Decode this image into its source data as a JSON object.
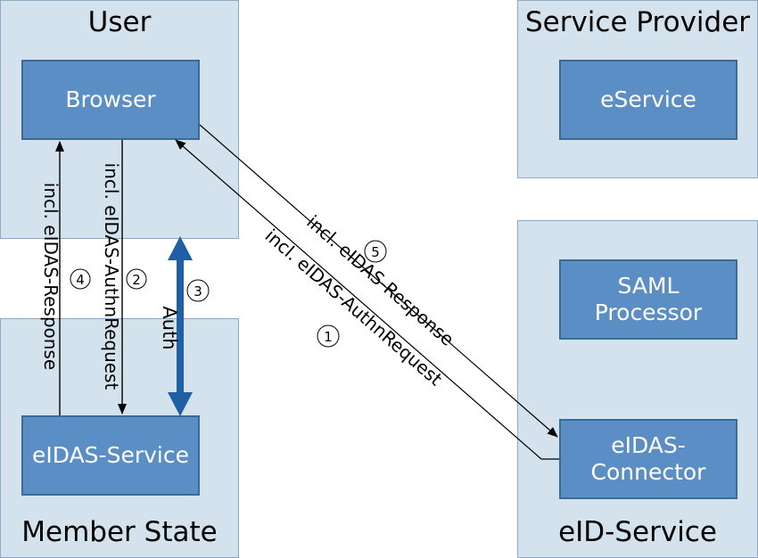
{
  "panels": {
    "user": {
      "title": "User"
    },
    "service_provider": {
      "title": "Service Provider"
    },
    "member_state": {
      "title": "Member State"
    },
    "eid_service": {
      "title": "eID-Service"
    }
  },
  "boxes": {
    "browser": "Browser",
    "eservice": "eService",
    "saml_line1": "SAML",
    "saml_line2": "Processor",
    "eidas_service": "eIDAS-Service",
    "connector_line1": "eIDAS-",
    "connector_line2": "Connector"
  },
  "flows": {
    "step1": {
      "number": "1",
      "label": "incl. eIDAS-AuthnRequest"
    },
    "step2": {
      "number": "2",
      "label": "incl. eIDAS-AuthnRequest"
    },
    "step3": {
      "number": "3",
      "label": "Auth"
    },
    "step4": {
      "number": "4",
      "label": "incl. eIDAS-Response"
    },
    "step5": {
      "number": "5",
      "label": "incl. eIDAS-Response"
    }
  },
  "colors": {
    "panel_fill": "#d4e2ee",
    "box_fill": "#5a8ec4",
    "auth_arrow": "#1f5fa6"
  }
}
